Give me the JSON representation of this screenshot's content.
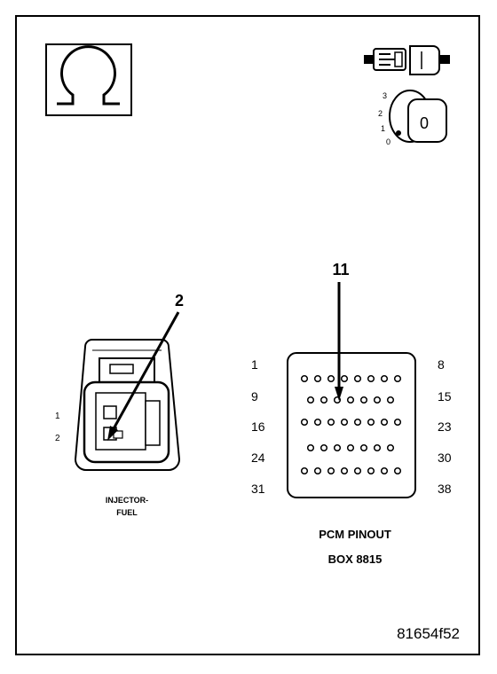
{
  "inset_icons": {
    "ohm_symbol": "Ω",
    "ohmmeter_icon": "ohm-symbol-icon",
    "disconnect_icon": "connector-disconnected-icon",
    "ignition_icon": "ignition-key-off-icon",
    "ignition_positions": [
      "3",
      "2",
      "1",
      "0"
    ],
    "key_label": "0"
  },
  "injector_connector": {
    "callout": "2",
    "pin_labels": [
      "1",
      "2"
    ],
    "caption_line1": "INJECTOR-",
    "caption_line2": "FUEL"
  },
  "pcm": {
    "callout": "11",
    "row_start_labels": [
      "1",
      "9",
      "16",
      "24",
      "31"
    ],
    "row_end_labels": [
      "8",
      "15",
      "23",
      "30",
      "38"
    ],
    "row_pin_counts": [
      8,
      7,
      8,
      7,
      8
    ],
    "caption_line1": "PCM PINOUT",
    "caption_line2": "BOX 8815"
  },
  "figure_id": "81654f52"
}
